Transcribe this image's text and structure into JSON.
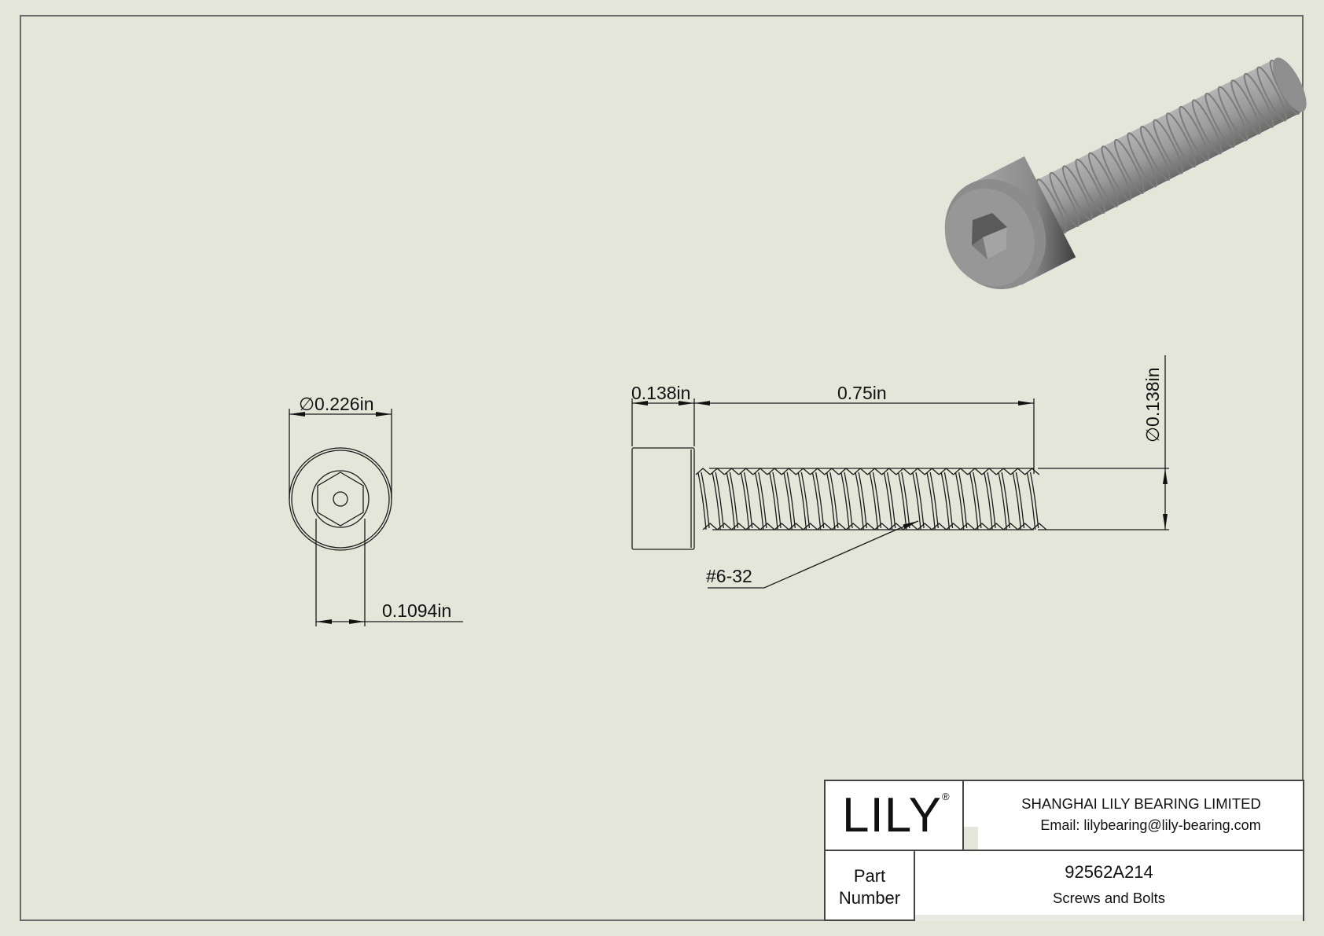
{
  "drawing": {
    "front_view": {
      "head_diameter": "0.226in",
      "socket_size": "0.1094in",
      "diameter_symbol": "∅"
    },
    "side_view": {
      "head_height": "0.138in",
      "length": "0.75in",
      "thread_diameter": "0.138in",
      "thread_spec": "#6-32",
      "diameter_symbol": "∅"
    },
    "iso_view": {
      "description": "3D render of socket head cap screw"
    }
  },
  "title_block": {
    "logo": "LILY",
    "logo_mark": "®",
    "company": "SHANGHAI LILY BEARING LIMITED",
    "email": "Email: lilybearing@lily-bearing.com",
    "label_line1": "Part",
    "label_line2": "Number",
    "part_number": "92562A214",
    "category": "Screws and Bolts"
  },
  "colors": {
    "background": "#e5e6da",
    "line": "#1a1a1a",
    "metal": "#9a9a9a"
  }
}
